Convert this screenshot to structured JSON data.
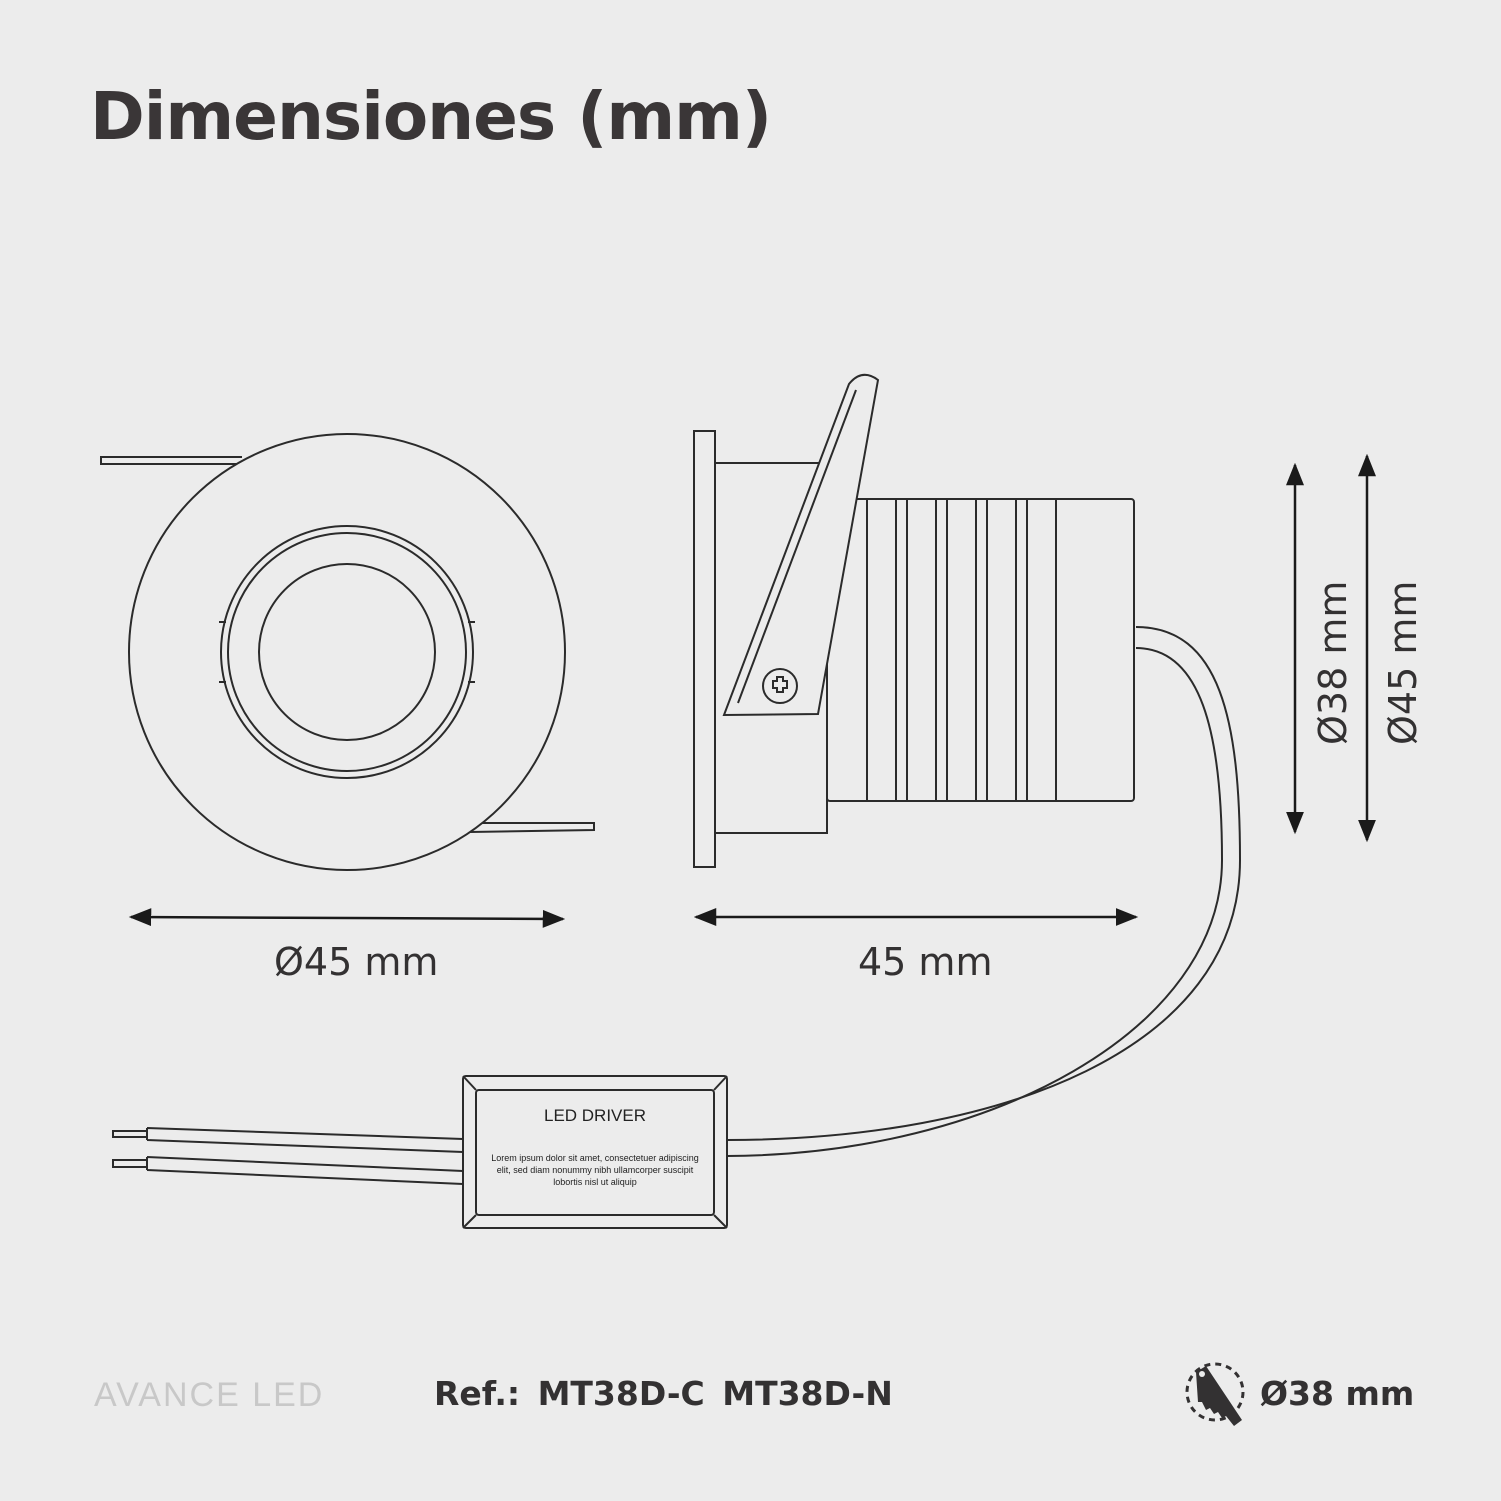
{
  "title": "Dimensiones (mm)",
  "dimensions": {
    "front_diameter": "Ø45 mm",
    "side_length": "45 mm",
    "body_diameter": "Ø38 mm",
    "bezel_diameter": "Ø45 mm"
  },
  "driver": {
    "label": "LED DRIVER",
    "text": "Lorem ipsum dolor sit amet, consectetuer adipiscing elit, sed diam nonummy nibh ullamcorper suscipit lobortis nisl ut aliquip"
  },
  "footer": {
    "brand": "AVANCE LED",
    "reference": "Ref.: MT38D-C  MT38D-N",
    "cutout": "Ø38 mm",
    "cutout_icon": "saw-cut-icon"
  },
  "colors": {
    "background": "#ececec",
    "line": "#2b2b2b",
    "text": "#333132",
    "brand": "#c8c8c8"
  }
}
